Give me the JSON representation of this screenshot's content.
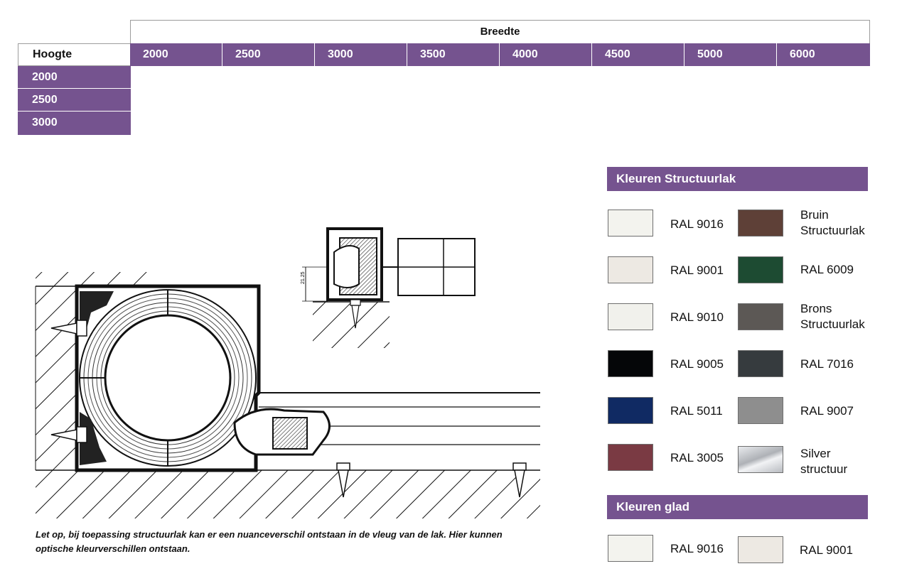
{
  "table": {
    "breedte_label": "Breedte",
    "hoogte_label": "Hoogte",
    "widths": [
      "2000",
      "2500",
      "3000",
      "3500",
      "4000",
      "4500",
      "5000",
      "6000"
    ],
    "heights": [
      "2000",
      "2500",
      "3000"
    ]
  },
  "colors_structuurlak": {
    "title": "Kleuren Structuurlak",
    "left": [
      {
        "label": "RAL 9016",
        "color": "#f3f3ee"
      },
      {
        "label": "RAL 9001",
        "color": "#ede9e3"
      },
      {
        "label": "RAL 9010",
        "color": "#f1f1ec"
      },
      {
        "label": "RAL 9005",
        "color": "#050608"
      },
      {
        "label": "RAL 5011",
        "color": "#102a63"
      },
      {
        "label": "RAL 3005",
        "color": "#7a3a43"
      }
    ],
    "right": [
      {
        "label": "Bruin Structuurlak",
        "color": "#5e4037"
      },
      {
        "label": "RAL 6009",
        "color": "#1d4b32"
      },
      {
        "label": "Brons Structuurlak",
        "color": "#5c5855"
      },
      {
        "label": "RAL 7016",
        "color": "#363b3e"
      },
      {
        "label": "RAL 9007",
        "color": "#8e8e8e"
      },
      {
        "label": "Silver structuur",
        "color": "#c9cbcf"
      }
    ]
  },
  "colors_glad": {
    "title": "Kleuren glad",
    "items": [
      {
        "label": "RAL 9016",
        "color": "#f3f3ee"
      },
      {
        "label": "RAL 9001",
        "color": "#ede9e3"
      }
    ]
  },
  "dimension_label": "21.25",
  "note": "Let op, bij toepassing structuurlak kan er een nuanceverschil ontstaan in de vleug van de lak. Hier kunnen optische kleurverschillen ontstaan."
}
